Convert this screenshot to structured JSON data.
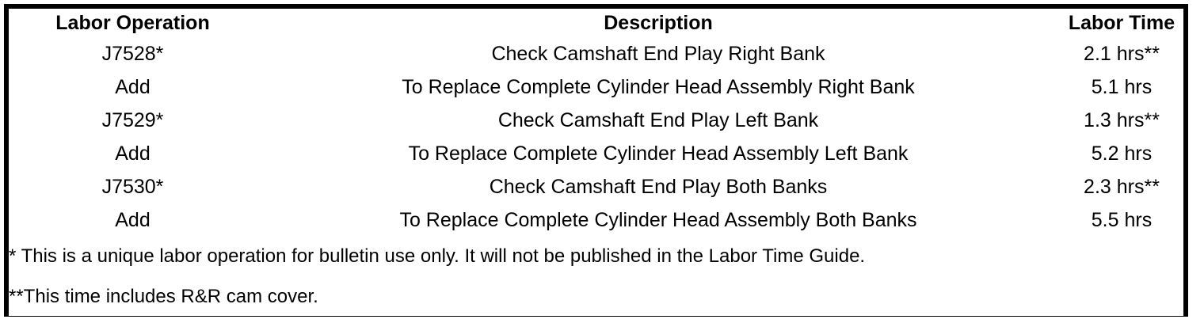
{
  "table": {
    "columns": [
      {
        "key": "labor_operation",
        "label": "Labor Operation",
        "align": "center"
      },
      {
        "key": "description",
        "label": "Description",
        "align": "center"
      },
      {
        "key": "labor_time",
        "label": "Labor Time",
        "align": "center"
      }
    ],
    "rows": [
      {
        "labor_operation": "J7528*",
        "description": "Check Camshaft End Play Right Bank",
        "labor_time": "2.1 hrs**"
      },
      {
        "labor_operation": "Add",
        "description": "To Replace Complete Cylinder Head Assembly Right Bank",
        "labor_time": "5.1 hrs"
      },
      {
        "labor_operation": "J7529*",
        "description": "Check Camshaft End Play Left Bank",
        "labor_time": "1.3 hrs**"
      },
      {
        "labor_operation": "Add",
        "description": "To Replace Complete Cylinder Head Assembly Left Bank",
        "labor_time": "5.2 hrs"
      },
      {
        "labor_operation": "J7530*",
        "description": "Check Camshaft End Play Both Banks",
        "labor_time": "2.3 hrs**"
      },
      {
        "labor_operation": "Add",
        "description": "To Replace Complete Cylinder Head Assembly Both Banks",
        "labor_time": "5.5 hrs"
      }
    ],
    "footnotes": {
      "line1": "* This is a unique labor operation for bulletin use only. It will not be published in the Labor Time Guide.",
      "line2": "**This time includes R&R cam cover.",
      "labor_time_cell": ""
    }
  },
  "colors": {
    "border": "#000000",
    "text": "#000000",
    "background": "#ffffff"
  }
}
